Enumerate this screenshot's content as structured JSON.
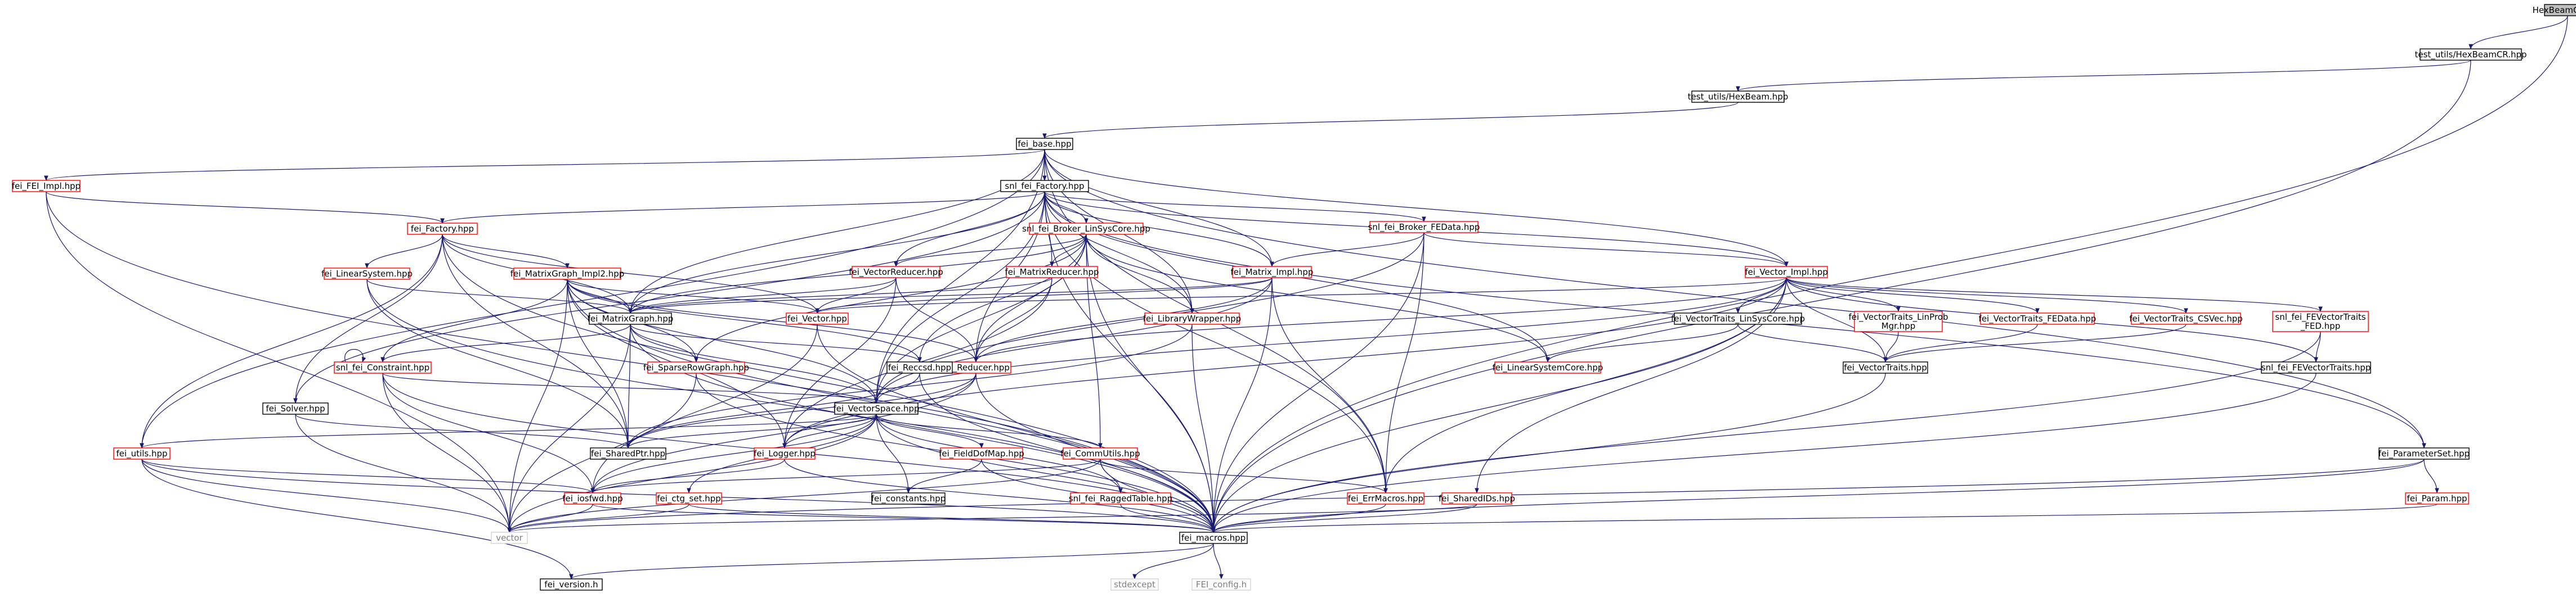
{
  "colors": {
    "edge": "#191970",
    "normal_border": "#000000",
    "truncated_border": "#ff0000",
    "root_fill": "#bfbfbf",
    "system_border": "#d3d3d3",
    "system_text": "#808080",
    "node_fill": "#ffffff"
  },
  "nodes": [
    {
      "id": "root",
      "lines": [
        "HexBeamCR.cpp"
      ],
      "style": "root"
    },
    {
      "id": "tu_hexbeamcr",
      "lines": [
        "test_utils/HexBeamCR.hpp"
      ],
      "style": "normal"
    },
    {
      "id": "tu_hexbeam",
      "lines": [
        "test_utils/HexBeam.hpp"
      ],
      "style": "normal"
    },
    {
      "id": "fei_base",
      "lines": [
        "fei_base.hpp"
      ],
      "style": "normal"
    },
    {
      "id": "fei_fei_impl",
      "lines": [
        "fei_FEI_Impl.hpp"
      ],
      "style": "truncated"
    },
    {
      "id": "snl_factory",
      "lines": [
        "snl_fei_Factory.hpp"
      ],
      "style": "normal"
    },
    {
      "id": "fei_factory",
      "lines": [
        "fei_Factory.hpp"
      ],
      "style": "truncated"
    },
    {
      "id": "snl_broker_linsyscore",
      "lines": [
        "snl_fei_Broker_LinSysCore.hpp"
      ],
      "style": "truncated"
    },
    {
      "id": "snl_broker_fedata",
      "lines": [
        "snl_fei_Broker_FEData.hpp"
      ],
      "style": "truncated"
    },
    {
      "id": "fei_linearsystem",
      "lines": [
        "fei_LinearSystem.hpp"
      ],
      "style": "truncated"
    },
    {
      "id": "fei_matrixgraph_impl2",
      "lines": [
        "fei_MatrixGraph_Impl2.hpp"
      ],
      "style": "truncated"
    },
    {
      "id": "fei_vectorreducer",
      "lines": [
        "fei_VectorReducer.hpp"
      ],
      "style": "truncated"
    },
    {
      "id": "fei_matrixreducer",
      "lines": [
        "fei_MatrixReducer.hpp"
      ],
      "style": "truncated"
    },
    {
      "id": "fei_matrix_impl",
      "lines": [
        "fei_Matrix_Impl.hpp"
      ],
      "style": "truncated"
    },
    {
      "id": "fei_vector_impl",
      "lines": [
        "fei_Vector_Impl.hpp"
      ],
      "style": "truncated"
    },
    {
      "id": "fei_matrixgraph",
      "lines": [
        "fei_MatrixGraph.hpp"
      ],
      "style": "normal"
    },
    {
      "id": "fei_vector",
      "lines": [
        "fei_Vector.hpp"
      ],
      "style": "truncated"
    },
    {
      "id": "fei_librarywrapper",
      "lines": [
        "fei_LibraryWrapper.hpp"
      ],
      "style": "truncated"
    },
    {
      "id": "fei_vectortraits_linsyscore",
      "lines": [
        "fei_VectorTraits_LinSysCore.hpp"
      ],
      "style": "normal"
    },
    {
      "id": "fei_vectortraits_linprobmgr",
      "lines": [
        "fei_VectorTraits_LinProb",
        "Mgr.hpp"
      ],
      "style": "truncated"
    },
    {
      "id": "fei_vectortraits_fedata",
      "lines": [
        "fei_VectorTraits_FEData.hpp"
      ],
      "style": "truncated"
    },
    {
      "id": "fei_vectortraits_csvec",
      "lines": [
        "fei_VectorTraits_CSVec.hpp"
      ],
      "style": "truncated"
    },
    {
      "id": "snl_fevectortraits_fed",
      "lines": [
        "snl_fei_FEVectorTraits",
        "_FED.hpp"
      ],
      "style": "truncated"
    },
    {
      "id": "fei_constraint",
      "lines": [
        "snl_fei_Constraint.hpp"
      ],
      "style": "truncated"
    },
    {
      "id": "fei_sparserowgraph",
      "lines": [
        "fei_SparseRowGraph.hpp"
      ],
      "style": "truncated"
    },
    {
      "id": "fei_reducer",
      "lines": [
        "fei_Reducer.hpp"
      ],
      "style": "truncated"
    },
    {
      "id": "fei_linearsystemcore",
      "lines": [
        "fei_LinearSystemCore.hpp"
      ],
      "style": "truncated"
    },
    {
      "id": "fei_vectortraits",
      "lines": [
        "fei_VectorTraits.hpp"
      ],
      "style": "normal"
    },
    {
      "id": "snl_fevectortraits",
      "lines": [
        "snl_fei_FEVectorTraits.hpp"
      ],
      "style": "normal"
    },
    {
      "id": "fei_solver",
      "lines": [
        "fei_Solver.hpp"
      ],
      "style": "normal"
    },
    {
      "id": "fei_reccsr",
      "lines": [
        "fei_Reccsd.hpp"
      ],
      "style": "normal"
    },
    {
      "id": "fei_vectorspace",
      "lines": [
        "fei_VectorSpace.hpp"
      ],
      "style": "normal"
    },
    {
      "id": "fei_utils",
      "lines": [
        "fei_utils.hpp"
      ],
      "style": "truncated"
    },
    {
      "id": "fei_sharedptr",
      "lines": [
        "fei_SharedPtr.hpp"
      ],
      "style": "normal"
    },
    {
      "id": "fei_logger",
      "lines": [
        "fei_Logger.hpp"
      ],
      "style": "truncated"
    },
    {
      "id": "fei_fielddofmap",
      "lines": [
        "fei_FieldDofMap.hpp"
      ],
      "style": "truncated"
    },
    {
      "id": "fei_commutils",
      "lines": [
        "fei_CommUtils.hpp"
      ],
      "style": "truncated"
    },
    {
      "id": "fei_iosfwd",
      "lines": [
        "fei_iosfwd.hpp"
      ],
      "style": "truncated"
    },
    {
      "id": "fei_ctg_set",
      "lines": [
        "fei_ctg_set.hpp"
      ],
      "style": "truncated"
    },
    {
      "id": "fei_constants",
      "lines": [
        "fei_constants.hpp"
      ],
      "style": "normal"
    },
    {
      "id": "snl_raggedtable",
      "lines": [
        "snl_fei_RaggedTable.hpp"
      ],
      "style": "truncated"
    },
    {
      "id": "fei_errmacros",
      "lines": [
        "fei_ErrMacros.hpp"
      ],
      "style": "truncated"
    },
    {
      "id": "fei_sharedids",
      "lines": [
        "fei_SharedIDs.hpp"
      ],
      "style": "truncated"
    },
    {
      "id": "fei_parameterset",
      "lines": [
        "fei_ParameterSet.hpp"
      ],
      "style": "normal"
    },
    {
      "id": "fei_param",
      "lines": [
        "fei_Param.hpp"
      ],
      "style": "truncated"
    },
    {
      "id": "vector",
      "lines": [
        "vector"
      ],
      "style": "system"
    },
    {
      "id": "fei_macros",
      "lines": [
        "fei_macros.hpp"
      ],
      "style": "normal"
    },
    {
      "id": "fei_version",
      "lines": [
        "fei_version.h"
      ],
      "style": "normal"
    },
    {
      "id": "stdexcept",
      "lines": [
        "stdexcept"
      ],
      "style": "system"
    },
    {
      "id": "fei_config",
      "lines": [
        "FEI_config.h"
      ],
      "style": "system"
    }
  ],
  "edges": [
    [
      "root",
      "tu_hexbeamcr"
    ],
    [
      "root",
      "fei_macros"
    ],
    [
      "tu_hexbeamcr",
      "tu_hexbeam"
    ],
    [
      "tu_hexbeamcr",
      "fei_macros"
    ],
    [
      "tu_hexbeam",
      "fei_base"
    ],
    [
      "fei_base",
      "fei_fei_impl"
    ],
    [
      "fei_base",
      "snl_factory"
    ],
    [
      "fei_base",
      "fei_parameterset"
    ],
    [
      "fei_base",
      "fei_matrixgraph"
    ],
    [
      "fei_base",
      "fei_vector_impl"
    ],
    [
      "fei_base",
      "fei_utils"
    ],
    [
      "fei_base",
      "fei_librarywrapper"
    ],
    [
      "fei_base",
      "fei_matrix_impl"
    ],
    [
      "fei_base",
      "fei_vectorspace"
    ],
    [
      "fei_base",
      "fei_errmacros"
    ],
    [
      "fei_fei_impl",
      "fei_factory"
    ],
    [
      "fei_fei_impl",
      "vector"
    ],
    [
      "fei_fei_impl",
      "fei_macros"
    ],
    [
      "snl_factory",
      "fei_factory"
    ],
    [
      "snl_factory",
      "snl_broker_linsyscore"
    ],
    [
      "snl_factory",
      "snl_broker_fedata"
    ],
    [
      "snl_factory",
      "fei_vectorreducer"
    ],
    [
      "snl_factory",
      "fei_matrixreducer"
    ],
    [
      "snl_factory",
      "fei_matrix_impl"
    ],
    [
      "snl_factory",
      "fei_vector_impl"
    ],
    [
      "snl_factory",
      "fei_matrixgraph"
    ],
    [
      "snl_factory",
      "fei_librarywrapper"
    ],
    [
      "snl_factory",
      "fei_linearsystemcore"
    ],
    [
      "snl_factory",
      "fei_solver"
    ],
    [
      "snl_factory",
      "fei_reducer"
    ],
    [
      "snl_factory",
      "fei_vectorspace"
    ],
    [
      "snl_factory",
      "fei_parameterset"
    ],
    [
      "snl_factory",
      "fei_macros"
    ],
    [
      "snl_factory",
      "fei_errmacros"
    ],
    [
      "fei_factory",
      "fei_linearsystem"
    ],
    [
      "fei_factory",
      "fei_matrixgraph"
    ],
    [
      "fei_factory",
      "fei_vector"
    ],
    [
      "fei_factory",
      "fei_solver"
    ],
    [
      "fei_factory",
      "fei_utils"
    ],
    [
      "fei_factory",
      "fei_macros"
    ],
    [
      "fei_factory",
      "fei_sharedptr"
    ],
    [
      "fei_factory",
      "fei_matrixgraph_impl2"
    ],
    [
      "snl_broker_linsyscore",
      "fei_matrixgraph"
    ],
    [
      "snl_broker_linsyscore",
      "fei_vectorreducer"
    ],
    [
      "snl_broker_linsyscore",
      "fei_matrixreducer"
    ],
    [
      "snl_broker_linsyscore",
      "fei_reducer"
    ],
    [
      "snl_broker_linsyscore",
      "fei_linearsystemcore"
    ],
    [
      "snl_broker_linsyscore",
      "fei_sparserowgraph"
    ],
    [
      "snl_broker_linsyscore",
      "fei_vectorspace"
    ],
    [
      "snl_broker_linsyscore",
      "fei_macros"
    ],
    [
      "snl_broker_linsyscore",
      "fei_commutils"
    ],
    [
      "snl_broker_linsyscore",
      "fei_librarywrapper"
    ],
    [
      "snl_broker_linsyscore",
      "fei_reccsr"
    ],
    [
      "snl_broker_fedata",
      "fei_matrix_impl"
    ],
    [
      "snl_broker_fedata",
      "fei_vector_impl"
    ],
    [
      "snl_broker_fedata",
      "fei_vectorspace"
    ],
    [
      "snl_broker_fedata",
      "fei_errmacros"
    ],
    [
      "snl_broker_fedata",
      "fei_macros"
    ],
    [
      "fei_linearsystem",
      "fei_matrixgraph"
    ],
    [
      "fei_linearsystem",
      "fei_sharedptr"
    ],
    [
      "fei_linearsystem",
      "fei_macros"
    ],
    [
      "fei_matrixgraph_impl2",
      "fei_matrixgraph"
    ],
    [
      "fei_matrixgraph_impl2",
      "fei_constraint"
    ],
    [
      "fei_matrixgraph_impl2",
      "fei_sparserowgraph"
    ],
    [
      "fei_matrixgraph_impl2",
      "fei_reducer"
    ],
    [
      "fei_matrixgraph_impl2",
      "fei_vectorspace"
    ],
    [
      "fei_matrixgraph_impl2",
      "fei_sharedptr"
    ],
    [
      "fei_matrixgraph_impl2",
      "fei_logger"
    ],
    [
      "fei_matrixgraph_impl2",
      "vector"
    ],
    [
      "fei_matrixgraph_impl2",
      "fei_macros"
    ],
    [
      "fei_matrixgraph_impl2",
      "fei_reccsr"
    ],
    [
      "fei_matrixgraph_impl2",
      "fei_vector"
    ],
    [
      "fei_vectorreducer",
      "fei_vector"
    ],
    [
      "fei_vectorreducer",
      "fei_reducer"
    ],
    [
      "fei_vectorreducer",
      "fei_matrixgraph"
    ],
    [
      "fei_vectorreducer",
      "fei_logger"
    ],
    [
      "fei_matrixreducer",
      "fei_reducer"
    ],
    [
      "fei_matrixreducer",
      "fei_matrixgraph"
    ],
    [
      "fei_matrixreducer",
      "fei_logger"
    ],
    [
      "fei_matrix_impl",
      "fei_vector"
    ],
    [
      "fei_matrix_impl",
      "fei_reducer"
    ],
    [
      "fei_matrix_impl",
      "fei_matrixgraph"
    ],
    [
      "fei_matrix_impl",
      "fei_vectorspace"
    ],
    [
      "fei_matrix_impl",
      "fei_errmacros"
    ],
    [
      "fei_matrix_impl",
      "fei_macros"
    ],
    [
      "fei_vector_impl",
      "fei_vector"
    ],
    [
      "fei_vector_impl",
      "fei_vectortraits_linsyscore"
    ],
    [
      "fei_vector_impl",
      "fei_vectortraits_linprobmgr"
    ],
    [
      "fei_vector_impl",
      "fei_vectortraits_fedata"
    ],
    [
      "fei_vector_impl",
      "fei_vectortraits_csvec"
    ],
    [
      "fei_vector_impl",
      "snl_fevectortraits_fed"
    ],
    [
      "fei_vector_impl",
      "snl_fevectortraits"
    ],
    [
      "fei_vector_impl",
      "fei_vectorspace"
    ],
    [
      "fei_vector_impl",
      "fei_reducer"
    ],
    [
      "fei_vector_impl",
      "fei_logger"
    ],
    [
      "fei_vector_impl",
      "fei_errmacros"
    ],
    [
      "fei_vector_impl",
      "fei_sharedids"
    ],
    [
      "fei_vector_impl",
      "fei_macros"
    ],
    [
      "fei_vector_impl",
      "fei_vectortraits"
    ],
    [
      "fei_matrixgraph",
      "fei_vectorspace"
    ],
    [
      "fei_matrixgraph",
      "fei_reccsr"
    ],
    [
      "fei_matrixgraph",
      "fei_sharedptr"
    ],
    [
      "fei_matrixgraph",
      "fei_constraint"
    ],
    [
      "fei_matrixgraph",
      "fei_sparserowgraph"
    ],
    [
      "fei_matrixgraph",
      "vector"
    ],
    [
      "fei_matrixgraph",
      "fei_macros"
    ],
    [
      "fei_vector",
      "fei_macros"
    ],
    [
      "fei_vector",
      "fei_iosfwd"
    ],
    [
      "fei_librarywrapper",
      "fei_sharedptr"
    ],
    [
      "fei_librarywrapper",
      "fei_macros"
    ],
    [
      "fei_vectortraits_linsyscore",
      "fei_vectortraits"
    ],
    [
      "fei_vectortraits_linsyscore",
      "fei_linearsystemcore"
    ],
    [
      "fei_vectortraits_linprobmgr",
      "fei_vectortraits"
    ],
    [
      "fei_vectortraits_fedata",
      "fei_vectortraits"
    ],
    [
      "fei_vectortraits_csvec",
      "fei_vectortraits"
    ],
    [
      "snl_fevectortraits_fed",
      "snl_fevectortraits"
    ],
    [
      "snl_fevectortraits_fed",
      "fei_macros"
    ],
    [
      "fei_constraint",
      "fei_vectorspace"
    ],
    [
      "fei_constraint",
      "fei_iosfwd"
    ],
    [
      "fei_constraint",
      "fei_macros"
    ],
    [
      "fei_constraint",
      "vector"
    ],
    [
      "fei_constraint",
      "fei_constraint"
    ],
    [
      "fei_sparserowgraph",
      "vector"
    ],
    [
      "fei_sparserowgraph",
      "fei_macros"
    ],
    [
      "fei_reducer",
      "fei_sharedptr"
    ],
    [
      "fei_reducer",
      "fei_logger"
    ],
    [
      "fei_reducer",
      "fei_macros"
    ],
    [
      "fei_reducer",
      "fei_iosfwd"
    ],
    [
      "fei_vectortraits",
      "fei_macros"
    ],
    [
      "snl_fevectortraits",
      "fei_macros"
    ],
    [
      "fei_solver",
      "fei_sharedptr"
    ],
    [
      "fei_solver",
      "vector"
    ],
    [
      "fei_reccsr",
      "fei_sharedptr"
    ],
    [
      "fei_reccsr",
      "fei_macros"
    ],
    [
      "fei_vectorspace",
      "fei_utils"
    ],
    [
      "fei_vectorspace",
      "fei_sharedptr"
    ],
    [
      "fei_vectorspace",
      "fei_logger"
    ],
    [
      "fei_vectorspace",
      "fei_fielddofmap"
    ],
    [
      "fei_vectorspace",
      "fei_commutils"
    ],
    [
      "fei_vectorspace",
      "fei_iosfwd"
    ],
    [
      "fei_vectorspace",
      "fei_ctg_set"
    ],
    [
      "fei_vectorspace",
      "fei_constants"
    ],
    [
      "fei_vectorspace",
      "snl_raggedtable"
    ],
    [
      "fei_vectorspace",
      "fei_macros"
    ],
    [
      "fei_vectorspace",
      "vector"
    ],
    [
      "fei_utils",
      "fei_iosfwd"
    ],
    [
      "fei_utils",
      "vector"
    ],
    [
      "fei_utils",
      "fei_macros"
    ],
    [
      "fei_utils",
      "fei_version"
    ],
    [
      "fei_logger",
      "fei_iosfwd"
    ],
    [
      "fei_logger",
      "fei_macros"
    ],
    [
      "fei_fielddofmap",
      "fei_macros"
    ],
    [
      "fei_fielddofmap",
      "fei_constants"
    ],
    [
      "fei_commutils",
      "fei_errmacros"
    ],
    [
      "fei_commutils",
      "snl_raggedtable"
    ],
    [
      "fei_commutils",
      "fei_iosfwd"
    ],
    [
      "fei_commutils",
      "fei_macros"
    ],
    [
      "fei_commutils",
      "vector"
    ],
    [
      "fei_iosfwd",
      "fei_macros"
    ],
    [
      "fei_iosfwd",
      "vector"
    ],
    [
      "fei_ctg_set",
      "fei_macros"
    ],
    [
      "fei_ctg_set",
      "vector"
    ],
    [
      "snl_raggedtable",
      "fei_macros"
    ],
    [
      "fei_errmacros",
      "fei_macros"
    ],
    [
      "fei_sharedids",
      "fei_macros"
    ],
    [
      "fei_sharedids",
      "vector"
    ],
    [
      "fei_parameterset",
      "fei_param"
    ],
    [
      "fei_parameterset",
      "fei_macros"
    ],
    [
      "fei_parameterset",
      "vector"
    ],
    [
      "fei_param",
      "fei_macros"
    ],
    [
      "fei_macros",
      "fei_version"
    ],
    [
      "fei_macros",
      "stdexcept"
    ],
    [
      "fei_macros",
      "fei_config"
    ]
  ]
}
